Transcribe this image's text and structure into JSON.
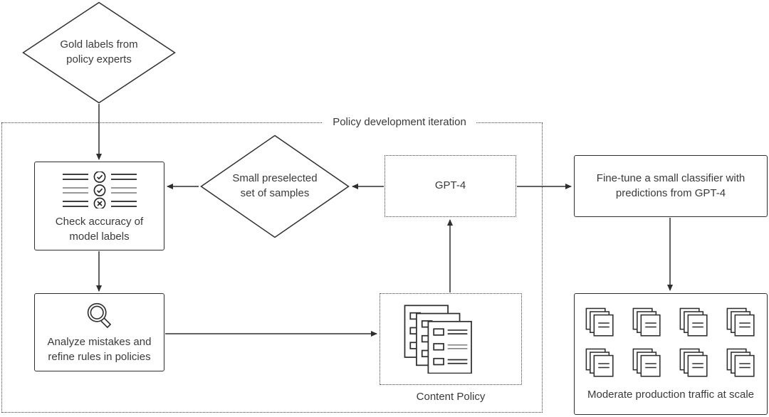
{
  "colors": {
    "background": "#ffffff",
    "line": "#2e2e2e",
    "text": "#3a3a3a",
    "muted_line": "#8a8a8a"
  },
  "container": {
    "label": "Policy development iteration"
  },
  "nodes": {
    "gold_labels": {
      "type": "diamond",
      "label": "Gold labels from policy experts"
    },
    "check_accuracy": {
      "type": "box",
      "icon": "checklist-icon",
      "label": "Check accuracy of model labels"
    },
    "small_preselected": {
      "type": "diamond",
      "label": "Small preselected set of samples"
    },
    "gpt4": {
      "type": "dotted-box",
      "label": "GPT-4"
    },
    "fine_tune": {
      "type": "box",
      "label": "Fine-tune a small classifier with predictions from GPT-4"
    },
    "analyze_mistakes": {
      "type": "box",
      "icon": "magnifier-icon",
      "label": "Analyze mistakes and refine rules in policies"
    },
    "content_policy": {
      "type": "dotted-box",
      "icon": "documents-stack-icon",
      "label": "Content Policy"
    },
    "moderate_traffic": {
      "type": "box",
      "icon": "pages-stack-icon",
      "icon_count": 8,
      "label": "Moderate production traffic at scale"
    }
  },
  "edges": [
    {
      "from": "gold_labels",
      "to": "check_accuracy"
    },
    {
      "from": "small_preselected",
      "to": "check_accuracy"
    },
    {
      "from": "gpt4",
      "to": "small_preselected"
    },
    {
      "from": "check_accuracy",
      "to": "analyze_mistakes"
    },
    {
      "from": "analyze_mistakes",
      "to": "content_policy"
    },
    {
      "from": "content_policy",
      "to": "gpt4"
    },
    {
      "from": "gpt4",
      "to": "fine_tune"
    },
    {
      "from": "fine_tune",
      "to": "moderate_traffic"
    }
  ]
}
